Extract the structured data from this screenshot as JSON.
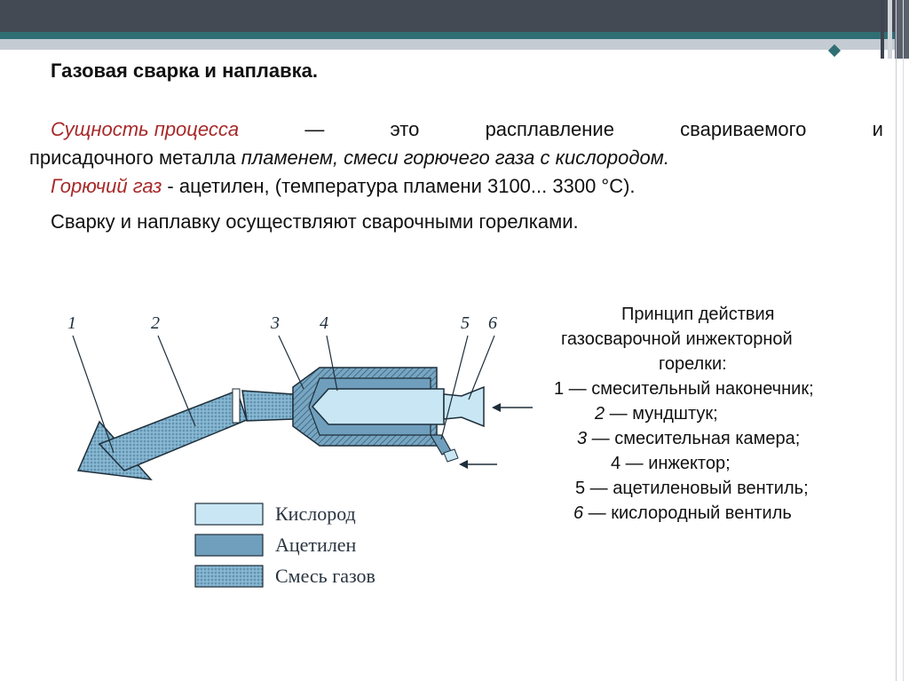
{
  "slide": {
    "title": "Газовая сварка и наплавка.",
    "p1": {
      "term": "Сущность процесса",
      "dash": "—",
      "w1": "это",
      "w2": "расплавление",
      "w3": "свариваемого",
      "w4": "и",
      "line2_plain": "присадочного металла ",
      "line2_italic": "пламенем, смеси горючего газа с кислородом."
    },
    "p2": {
      "term": "Горючий газ",
      "rest": " - ацетилен, (температура пламени 3100... 3300 °С)."
    },
    "p3": "Сварку и наплавку осуществляют сварочными горелками."
  },
  "diagram": {
    "numbers": [
      "1",
      "2",
      "3",
      "4",
      "5",
      "6"
    ],
    "legend_labels": [
      "Кислород",
      "Ацетилен",
      "Смесь газов"
    ],
    "colors": {
      "oxygen": "#c9e6f4",
      "acetylene": "#6f9fbd",
      "mix": "#7fb0cc",
      "body": "#78a6c2"
    }
  },
  "caption": {
    "l1": "Принцип действия",
    "l2": "газосварочной инжекторной",
    "l3": "горелки:",
    "items": [
      {
        "num": "1",
        "text": " — смесительный наконечник;"
      },
      {
        "num": "2",
        "text": " — мундштук;"
      },
      {
        "num": "3",
        "text": " — смесительная камера;"
      },
      {
        "num": "4",
        "text": " — инжектор;"
      },
      {
        "num": "5",
        "text": " — ацетиленовый вентиль;"
      },
      {
        "num": "6",
        "text": " — кислородный вентиль"
      }
    ]
  }
}
